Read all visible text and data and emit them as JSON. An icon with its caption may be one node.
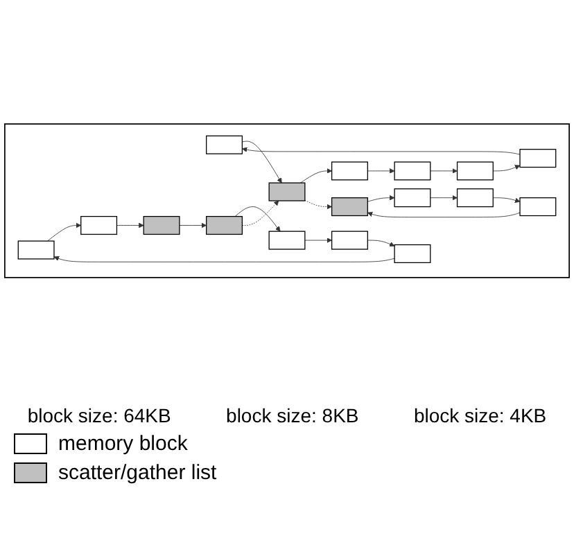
{
  "diagram": {
    "nodes": [
      {
        "text": [],
        "shape": "box"
      },
      {
        "text": [],
        "shape": "box",
        "in": 0
      },
      {
        "text": [],
        "shape": "box",
        "in": 0
      },
      {
        "text": [],
        "shape": "box",
        "in": 0
      },
      {
        "text": [],
        "shape": "box",
        "in": 0
      },
      {
        "text": [],
        "shape": "box",
        "in": 0
      },
      {
        "text": [],
        "shape": "box",
        "in": 0
      },
      {
        "text": [],
        "shape": "box",
        "in": 0
      },
      {
        "text": [],
        "shape": "box",
        "in": 0
      },
      {
        "text": [],
        "shape": "box",
        "in": 0
      },
      {
        "text": [],
        "shape": "box",
        "in": 0
      },
      {
        "text": [],
        "shape": "box",
        "in": 0
      },
      {
        "text": [],
        "shape": "box",
        "in": 0
      },
      {
        "text": [],
        "shape": "box",
        "in": 0
      },
      {
        "text": [],
        "shape": "box",
        "in": 0
      },
      {
        "text": [],
        "shape": "box",
        "in": 0
      },
      {
        "text": [],
        "shape": "box",
        "in": 0
      },
      {
        "text": [],
        "shape": "box",
        "in": 0
      }
    ],
    "edges": [
      {
        "from": 1,
        "to": 2,
        "arrow": "to"
      },
      {
        "from": 2,
        "to": 3,
        "arrow": "to"
      },
      {
        "from": 3,
        "to": 4,
        "arrow": "to"
      },
      {
        "from": 4,
        "to": 1,
        "arrow": "to"
      },
      {
        "from": 5,
        "to": 6,
        "arrow": "to"
      },
      {
        "from": 6,
        "to": 7,
        "arrow": "to"
      },
      {
        "from": 7,
        "to": 8,
        "arrow": "to"
      },
      {
        "from": 8,
        "to": 9,
        "arrow": "to"
      },
      {
        "from": 9,
        "to": 10,
        "arrow": "to"
      },
      {
        "from": 10,
        "to": 5,
        "arrow": "to"
      },
      {
        "from": 11,
        "to": 12,
        "arrow": "to"
      },
      {
        "from": 12,
        "to": 13,
        "arrow": "to"
      },
      {
        "from": 13,
        "to": 14,
        "arrow": "to"
      },
      {
        "from": 14,
        "to": 15,
        "arrow": "to"
      },
      {
        "from": 15,
        "to": 16,
        "arrow": "to"
      },
      {
        "from": 16,
        "to": 17,
        "arrow": "to"
      },
      {
        "from": 17,
        "to": 11,
        "arrow": "to"
      },
      {
        "from": 14,
        "to": 6,
        "arrow": "to",
        "style": "dashed"
      },
      {
        "from": 6,
        "to": 1,
        "arrow": "to",
        "style": "dashed"
      }
    ],
    "labels": [
      "block size: 64KB",
      "block size: 8KB",
      "block size: 4KB"
    ],
    "legend": [
      {
        "text": "memory block",
        "color": "#ffffff"
      },
      {
        "text": "scatter/gather list",
        "color": "#c0c0c0"
      }
    ]
  }
}
